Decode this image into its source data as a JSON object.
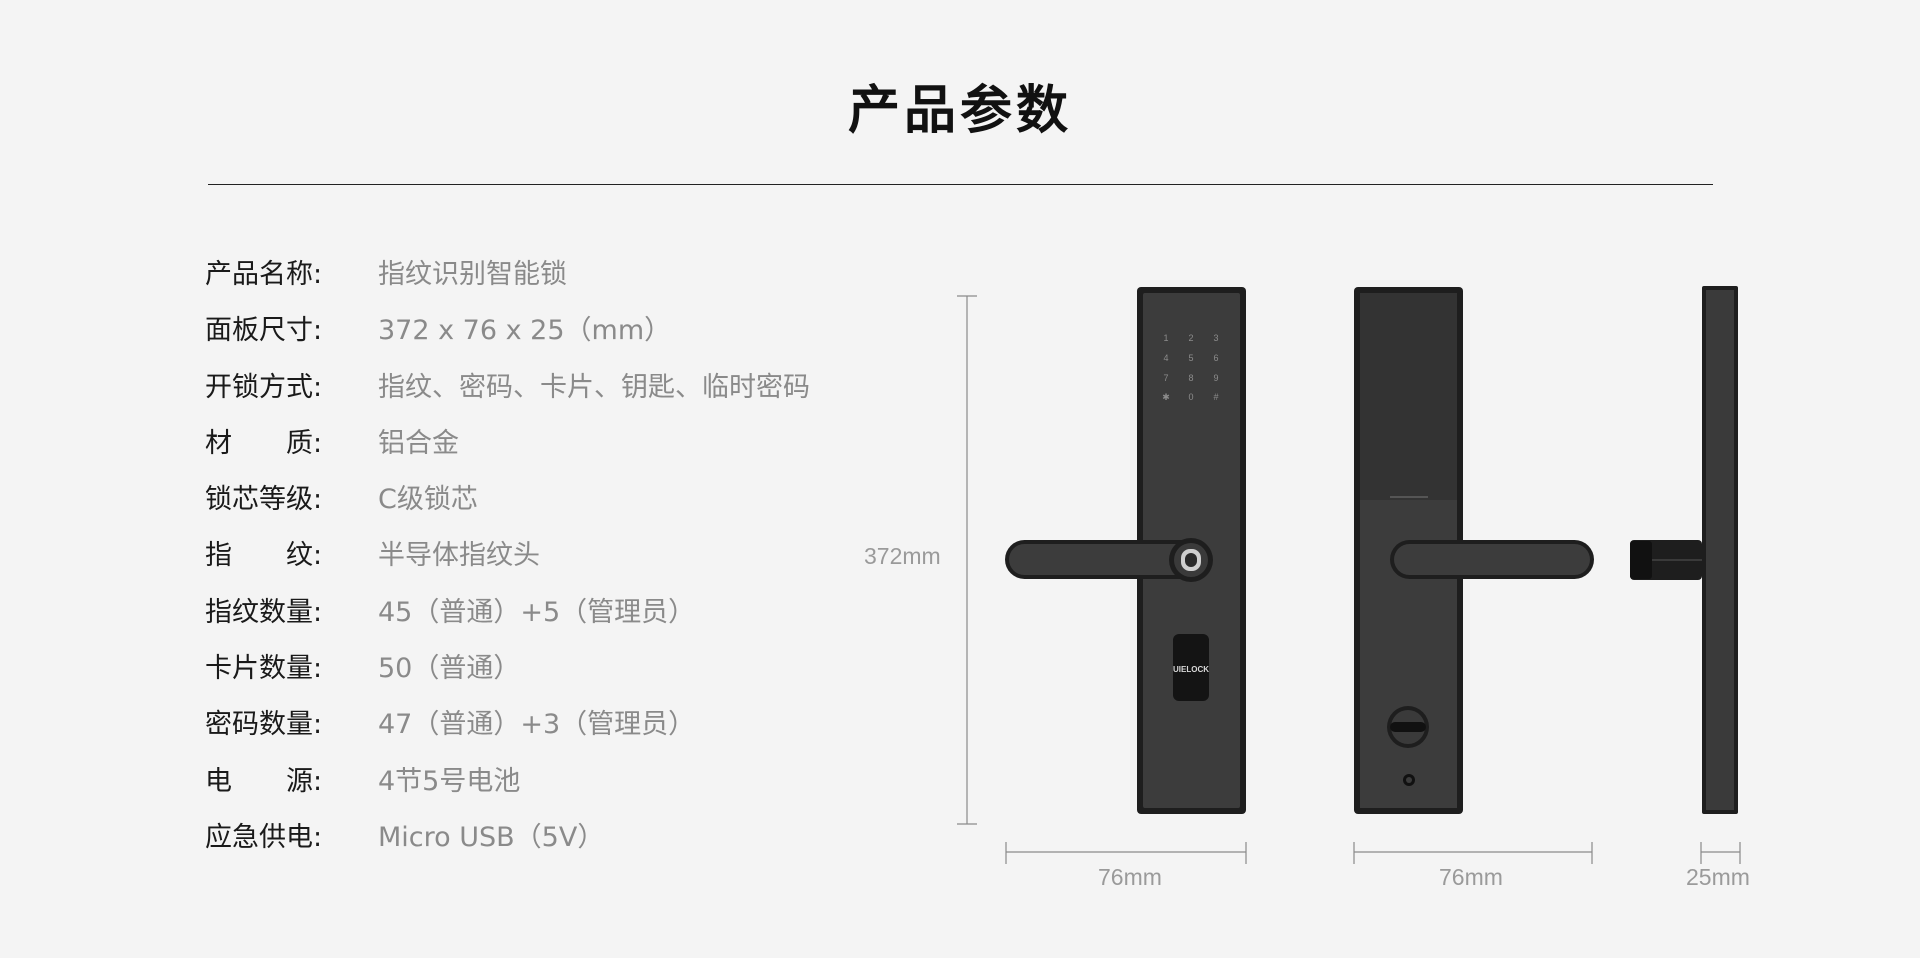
{
  "page_title": "产品参数",
  "specs": [
    {
      "label": "产品名称:",
      "value": "指纹识别智能锁"
    },
    {
      "label": "面板尺寸:",
      "value": "372 x 76 x 25（mm）"
    },
    {
      "label": "开锁方式:",
      "value": "指纹、密码、卡片、钥匙、临时密码"
    },
    {
      "label": "材　　质:",
      "value": "铝合金"
    },
    {
      "label": "锁芯等级:",
      "value": "C级锁芯"
    },
    {
      "label": "指　　纹:",
      "value": "半导体指纹头"
    },
    {
      "label": "指纹数量:",
      "value": "45（普通）+5（管理员）"
    },
    {
      "label": "卡片数量:",
      "value": "50（普通）"
    },
    {
      "label": "密码数量:",
      "value": "47（普通）+3（管理员）"
    },
    {
      "label": "电　　源:",
      "value": "4节5号电池"
    },
    {
      "label": "应急供电:",
      "value": "Micro USB（5V）"
    }
  ],
  "dimensions": {
    "height": "372mm",
    "front_width": "76mm",
    "back_width": "76mm",
    "depth": "25mm"
  },
  "keypad": {
    "keys": [
      "1",
      "2",
      "3",
      "4",
      "5",
      "6",
      "7",
      "8",
      "9",
      "✱",
      "0",
      "#"
    ]
  },
  "brand_logo": "UIELOCK",
  "colors": {
    "background": "#f4f4f4",
    "lock_body": "#2a2a2a",
    "lock_panel": "#3b3b3b"
  }
}
